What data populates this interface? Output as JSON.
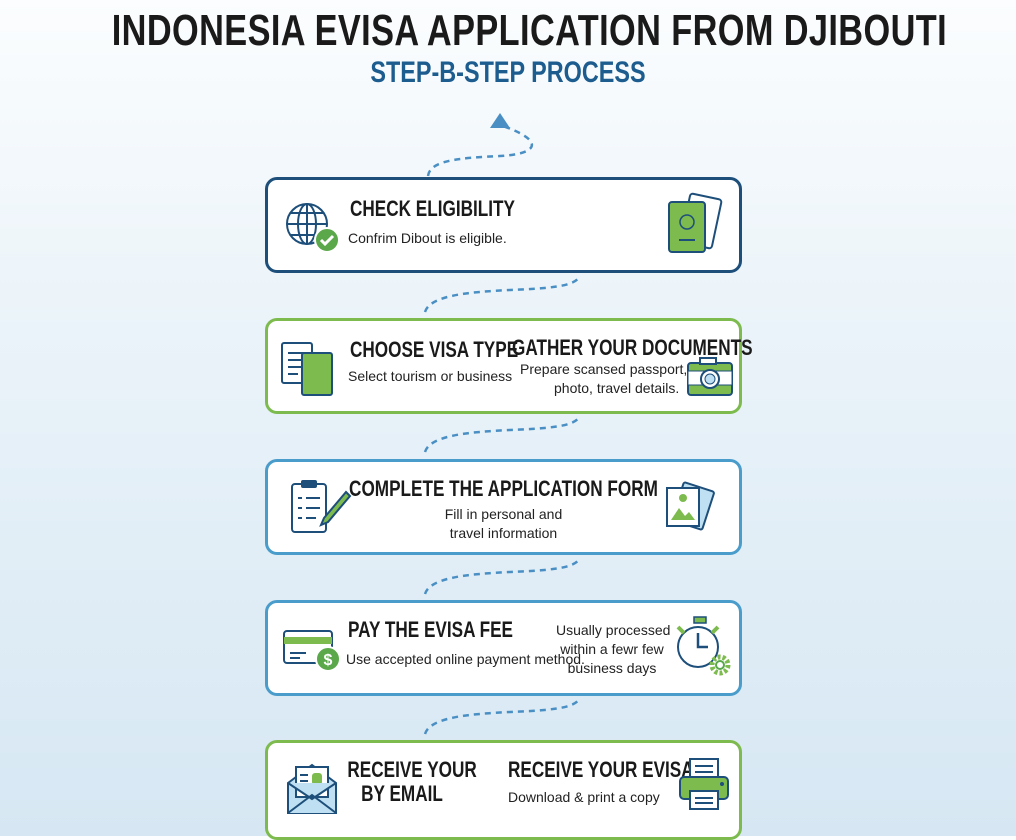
{
  "title": "INDONESIA EVISA APPLICATION FROM DJIBOUTI",
  "subtitle": "STEP-B-STEP PROCESS",
  "colors": {
    "dark_blue": "#1d4f7a",
    "green": "#7dbb4f",
    "blue": "#4a9ccb"
  },
  "steps": [
    {
      "heading": "CHECK ELIGIBILITY",
      "text": "Confrim Dibout is eligible.",
      "icons": [
        "globe-check-icon",
        "passport-icon"
      ]
    },
    {
      "heading": "CHOOSE VISA TYPE",
      "text": "Select tourism or business",
      "heading2": "GATHER YOUR DOCUMENTS",
      "text2a": "Prepare scansed passport,",
      "text2b": "photo, travel details.",
      "icons": [
        "documents-icon",
        "camera-icon"
      ]
    },
    {
      "heading": "COMPLETE THE APPLICATION FORM",
      "text_a": "Fill in personal and",
      "text_b": "travel information",
      "icons": [
        "clipboard-pen-icon",
        "photo-icon"
      ]
    },
    {
      "heading": "PAY THE EVISA FEE",
      "text": "Use accepted online payment method.",
      "text2a": "Usually processed",
      "text2b": "within a fewr few",
      "text2c": "business days",
      "icons": [
        "card-dollar-icon",
        "stopwatch-gear-icon"
      ]
    },
    {
      "heading_a": "RECEIVE YOUR",
      "heading_b": "BY EMAIL",
      "heading2": "RECEIVE YOUR EVISA",
      "text2": "Download & print a copy",
      "icons": [
        "envelope-icon",
        "printer-icon"
      ]
    }
  ]
}
